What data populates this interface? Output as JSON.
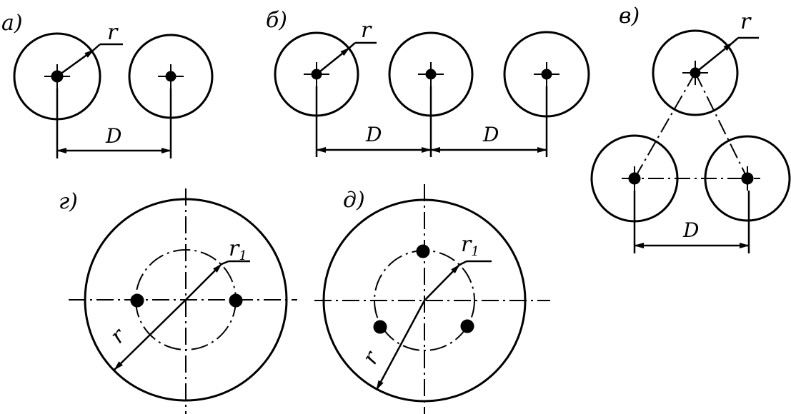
{
  "panels": {
    "a": {
      "letter": "а)",
      "radius_label": "r",
      "distance_label": "D"
    },
    "b": {
      "letter": "б)",
      "radius_label": "r",
      "distance_label_1": "D",
      "distance_label_2": "D"
    },
    "v": {
      "letter": "в)",
      "radius_label": "r",
      "distance_label": "D"
    },
    "g": {
      "letter": "г)",
      "inner_radius_label": "r",
      "inner_radius_sub": "1",
      "outer_radius_label": "r"
    },
    "d": {
      "letter": "д)",
      "inner_radius_label": "r",
      "inner_radius_sub": "1",
      "outer_radius_label": "r"
    }
  },
  "colors": {
    "ink": "#000000",
    "paper": "#ffffff"
  }
}
